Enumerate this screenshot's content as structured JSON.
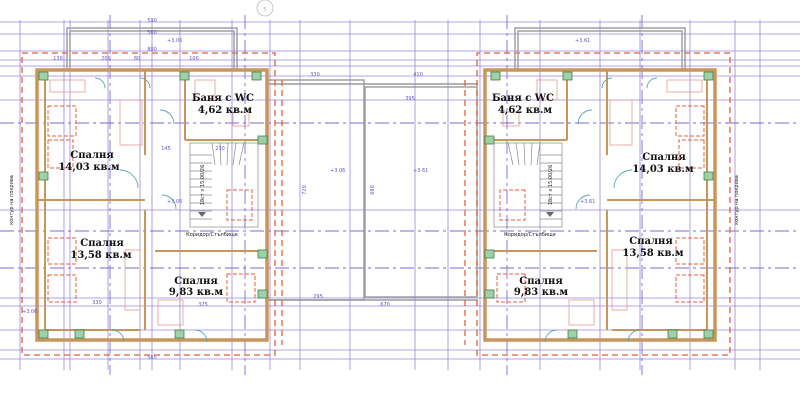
{
  "plan": {
    "axis_label": "5",
    "units": [
      {
        "bath_name": "Баня с WC",
        "bath_area": "4,62 кв.м",
        "bed1_name": "Спалня",
        "bed1_area": "14,03 кв.м",
        "bed2_name": "Спалня",
        "bed2_area": "13,58 кв.м",
        "bed3_name": "Спалня",
        "bed3_area": "9,83 кв.м",
        "corridor": "Коридор/Стълбище",
        "stair_note": "18ст x 15.00/26",
        "level": "+3.06",
        "facade_note": "контур на покрива"
      },
      {
        "bath_name": "Баня с WC",
        "bath_area": "4,62 кв.м",
        "bed1_name": "Спалня",
        "bed1_area": "14,03 кв.м",
        "bed2_name": "Спалня",
        "bed2_area": "13,58 кв.м",
        "bed3_name": "Спалня",
        "bed3_area": "9,83 кв.м",
        "corridor": "Коридор/Стълбище",
        "stair_note": "18ст x 15.00/26",
        "level": "+3.61",
        "facade_note": "контур на покрива"
      }
    ],
    "terrace_levels": [
      "+3.06",
      "+3.61"
    ],
    "dimensions": {
      "balcony_outer": "590",
      "balcony_inner": "560",
      "top_800": "800",
      "seg_130": "130",
      "seg_200": "200",
      "seg_80": "80",
      "seg_100": "100",
      "mid_330": "330",
      "mid_410": "410",
      "mid_395": "395",
      "h_720": "720",
      "h_680": "680",
      "b_670": "670",
      "b_295": "295",
      "b_375": "375",
      "b_330": "330",
      "total_565": "565",
      "stair_230": "230",
      "d_145": "145"
    }
  }
}
